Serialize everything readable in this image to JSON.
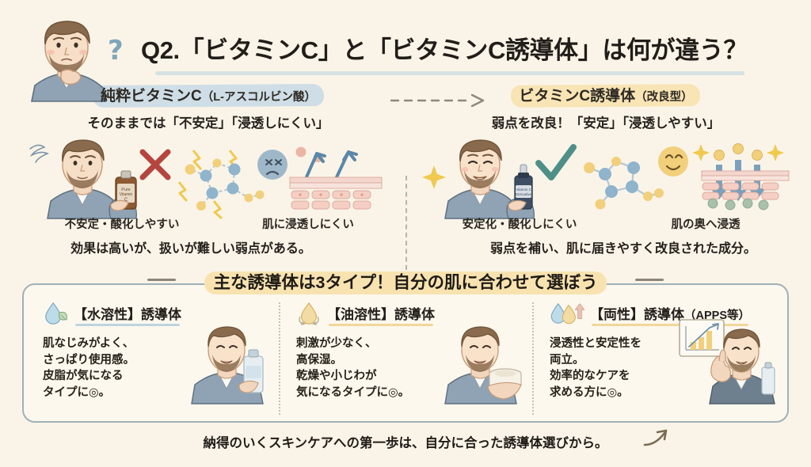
{
  "header": {
    "title": "Q2.「ビタミンC」と「ビタミンC誘導体」は何が違う？",
    "question_mark": "?"
  },
  "compare": {
    "left": {
      "heading_main": "純粋ビタミンC",
      "heading_sub": "（L-アスコルビン酸）",
      "subtitle": "そのままでは「不安定」「浸透しにくい」",
      "caption_molecule": "不安定・酸化しやすい",
      "caption_skin": "肌に浸透しにくい",
      "footnote": "効果は高いが、扱いが難しい弱点がある。",
      "mark": "×"
    },
    "right": {
      "heading_main": "ビタミンC誘導体",
      "heading_sub": "（改良型）",
      "subtitle": "弱点を改良！「安定」「浸透しやすい」",
      "caption_molecule": "安定化・酸化しにくい",
      "caption_skin": "肌の奥へ浸透",
      "footnote": "弱点を補い、肌に届きやすく改良された成分。",
      "mark": "✓"
    },
    "bottle_left_label": "Pure\nVitamin\nC",
    "bottle_right_label": "Vitamin C\nDerivative"
  },
  "panel": {
    "title": "主な誘導体は3タイプ！自分の肌に合わせて選ぼう",
    "cards": [
      {
        "icon": "water-drop-leaf-icon",
        "title": "【水溶性】誘導体",
        "title_note": "",
        "text": "肌なじみがよく、\nさっぱり使用感。\n皮脂が気になる\nタイプに◎。"
      },
      {
        "icon": "oil-drop-icon",
        "title": "【油溶性】誘導体",
        "title_note": "",
        "text": "刺激が少なく、\n高保湿。\n乾燥や小じわが\n気になるタイプに◎。"
      },
      {
        "icon": "dual-drop-arrow-icon",
        "title": "【両性】誘導体",
        "title_note": "（APPS等）",
        "text": "浸透性と安定性を\n両立。\n効率的なケアを\n求める方に◎。"
      }
    ]
  },
  "footer": {
    "text": "納得のいくスキンケアへの第一歩は、自分に合った誘導体選びから。"
  },
  "colors": {
    "background": "#faf4e8",
    "panel_border": "#9fb0b8",
    "highlight_blue": "#cfdee6",
    "highlight_gold": "#f8e4b4",
    "accent_red": "#b5453e",
    "accent_teal": "#4e8f87",
    "molecule_blue": "#8fb4cc",
    "molecule_gold": "#f2cf7a"
  }
}
